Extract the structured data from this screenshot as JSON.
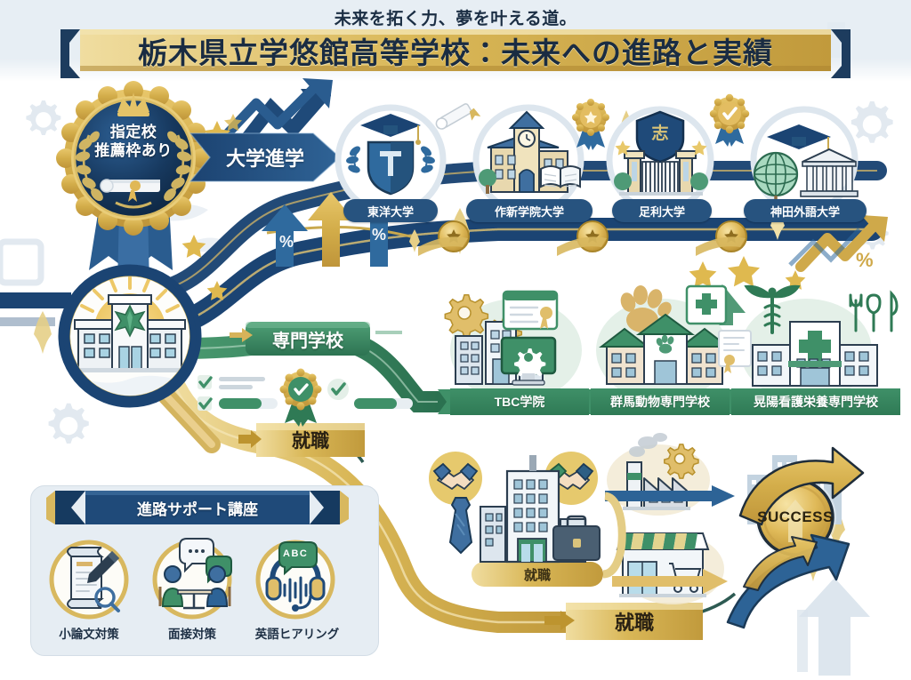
{
  "header": {
    "subtitle": "未来を拓く力、夢を叶える道。",
    "title": "栃木県立学悠館高等学校：未来への進路と実績"
  },
  "badge": {
    "line1": "指定校",
    "line2": "推薦枠あり",
    "icons": [
      "crown-icon",
      "diploma-icon",
      "laurel-wreath-icon",
      "ribbon-icon"
    ]
  },
  "hub": {
    "name": "school-building-hub",
    "icons": [
      "school-building-icon",
      "sunburst-icon",
      "magnifier-icon"
    ]
  },
  "paths": {
    "university": {
      "label": "大学進学",
      "color": "#1f4a79"
    },
    "vocational": {
      "label": "専門学校",
      "color": "#2f7a55"
    },
    "employment_top": {
      "label": "就職",
      "color": "#d8b65c"
    },
    "employment_mid": {
      "label": "就職",
      "color": "#d8b65c"
    },
    "employment_bottom": {
      "label": "就職",
      "color": "#d8b65c"
    }
  },
  "universities": [
    {
      "name": "東洋大学",
      "icon": "graduation-cap-shield-icon"
    },
    {
      "name": "作新学院大学",
      "icon": "clock-tower-building-icon"
    },
    {
      "name": "足利大学",
      "icon": "university-gate-icon"
    },
    {
      "name": "神田外語大学",
      "icon": "globe-classical-building-icon"
    }
  ],
  "vocational_schools": [
    {
      "name": "TBC学院",
      "icon": "gear-computer-icon"
    },
    {
      "name": "群馬動物専門学校",
      "icon": "paw-print-icon"
    },
    {
      "name": "晃陽看護栄養専門学校",
      "icon": "caduceus-hospital-icon"
    }
  ],
  "support": {
    "title": "進路サポート講座",
    "items": [
      {
        "label": "小論文対策",
        "icon": "essay-pen-icon"
      },
      {
        "label": "面接対策",
        "icon": "interview-chat-icon"
      },
      {
        "label": "英語ヒアリング",
        "icon": "headset-icon",
        "badge_text": "ABC"
      }
    ]
  },
  "employment": {
    "success_label": "SUCCESS",
    "icons": [
      "handshake-icon",
      "office-building-icon",
      "necktie-icon",
      "briefcase-icon",
      "factory-icon",
      "storefront-icon",
      "shopping-cart-icon",
      "gear-icon",
      "city-skyline-icon"
    ]
  },
  "decor": {
    "percent_symbols": [
      "%",
      "%",
      "%"
    ],
    "icons": [
      "gear-icon",
      "star-icon",
      "sparkle-icon",
      "growth-arrow-icon",
      "ribbon-medal-icon",
      "check-mark-icon",
      "progress-bar-icon"
    ]
  },
  "colors": {
    "navy": "#1f4a79",
    "deep_navy": "#16365c",
    "gold": "#d4af4f",
    "light_gold": "#e8c86a",
    "green": "#2f7a55",
    "light_green": "#4d9b72",
    "panel_bg": "#e6edf3",
    "band": "#e7eef4"
  }
}
